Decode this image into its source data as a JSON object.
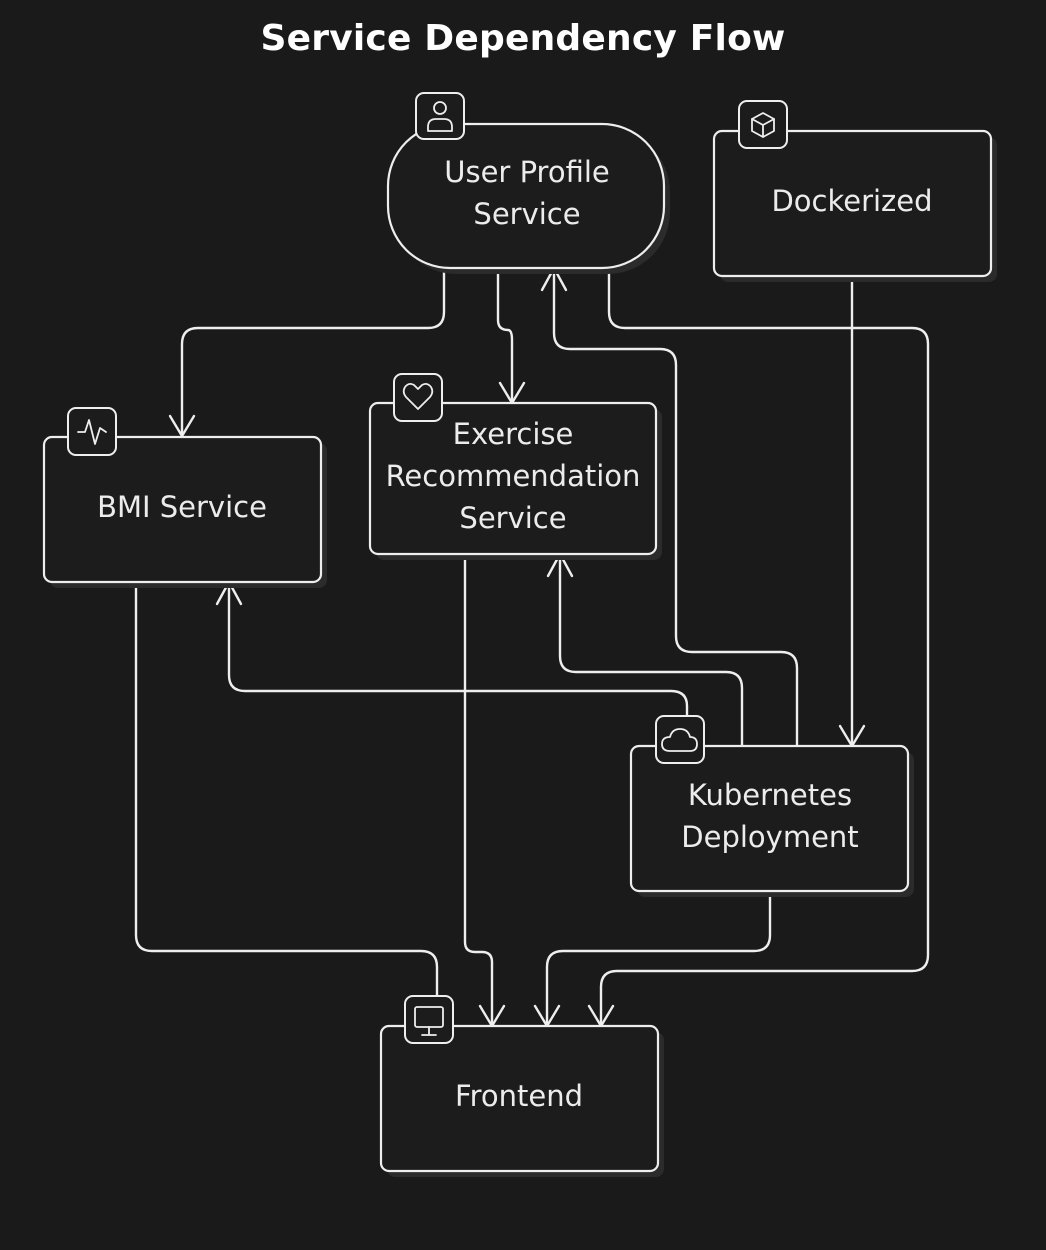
{
  "title": "Service Dependency Flow",
  "nodes": {
    "user_profile": {
      "label_lines": [
        "User Profile",
        "Service"
      ],
      "icon": "user-icon"
    },
    "dockerized": {
      "label_lines": [
        "Dockerized"
      ],
      "icon": "cube-icon"
    },
    "bmi": {
      "label_lines": [
        "BMI Service"
      ],
      "icon": "activity-icon"
    },
    "exercise": {
      "label_lines": [
        "Exercise",
        "Recommendation",
        "Service"
      ],
      "icon": "heart-icon"
    },
    "kubernetes": {
      "label_lines": [
        "Kubernetes",
        "Deployment"
      ],
      "icon": "cloud-icon"
    },
    "frontend": {
      "label_lines": [
        "Frontend"
      ],
      "icon": "monitor-icon"
    }
  },
  "edges": [
    {
      "from": "user_profile",
      "to": "bmi"
    },
    {
      "from": "user_profile",
      "to": "exercise"
    },
    {
      "from": "user_profile",
      "to": "frontend"
    },
    {
      "from": "dockerized",
      "to": "kubernetes"
    },
    {
      "from": "kubernetes",
      "to": "user_profile"
    },
    {
      "from": "kubernetes",
      "to": "exercise"
    },
    {
      "from": "kubernetes",
      "to": "bmi"
    },
    {
      "from": "kubernetes",
      "to": "frontend"
    },
    {
      "from": "bmi",
      "to": "frontend"
    },
    {
      "from": "exercise",
      "to": "frontend"
    }
  ],
  "colors": {
    "background": "#1a1a1a",
    "stroke": "#eeeeee",
    "text": "#ececec"
  }
}
